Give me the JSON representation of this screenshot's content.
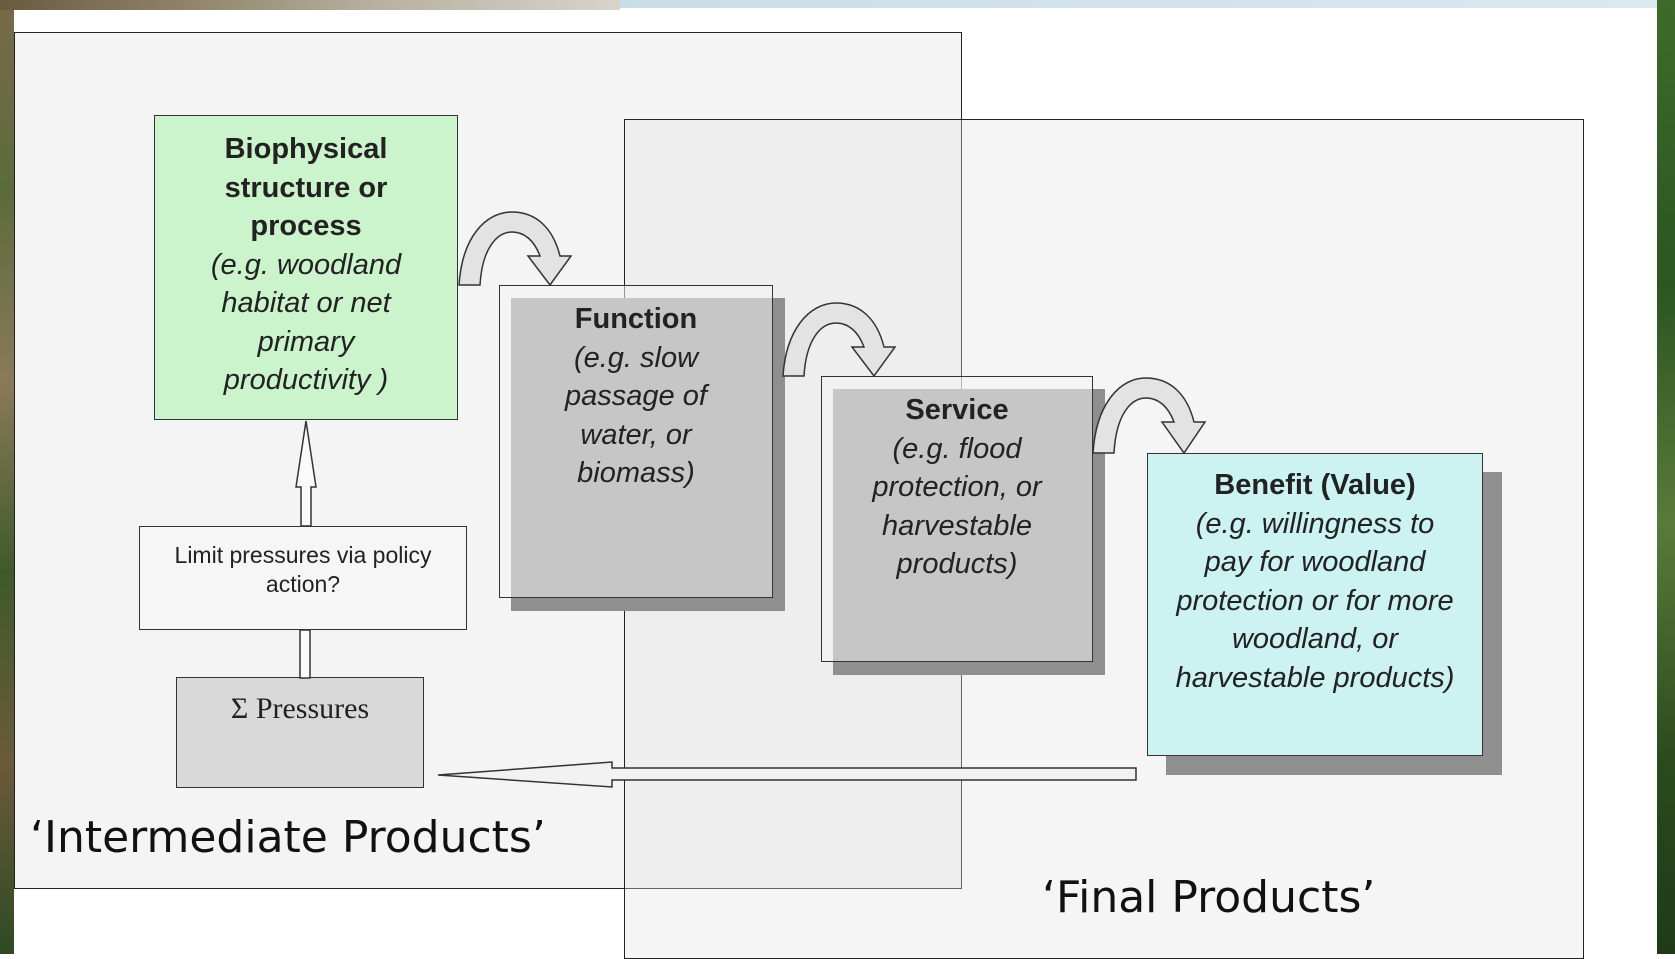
{
  "boxes": {
    "biophysical": {
      "title": "Biophysical structure or process",
      "example": "(e.g. woodland habitat or net primary productivity )",
      "color": "#ccf4cc"
    },
    "function": {
      "title": "Function",
      "example": "(e.g. slow passage of water, or biomass)"
    },
    "service": {
      "title": "Service",
      "example": "(e.g. flood protection, or harvestable products)"
    },
    "benefit": {
      "title": "Benefit (Value)",
      "example": "(e.g. willingness to pay for woodland protection or for more woodland, or harvestable products)",
      "color": "#ccf2f2"
    },
    "limit": {
      "text": "Limit pressures via policy action?"
    },
    "pressures": {
      "text": "Σ Pressures"
    }
  },
  "regions": {
    "intermediate": "‘Intermediate Products’",
    "final": "‘Final Products’"
  },
  "arrows": {
    "curved": [
      "biophysical-to-function",
      "function-to-service",
      "service-to-benefit"
    ],
    "straight": [
      "pressures-to-biophysical",
      "benefit-to-pressures"
    ]
  }
}
